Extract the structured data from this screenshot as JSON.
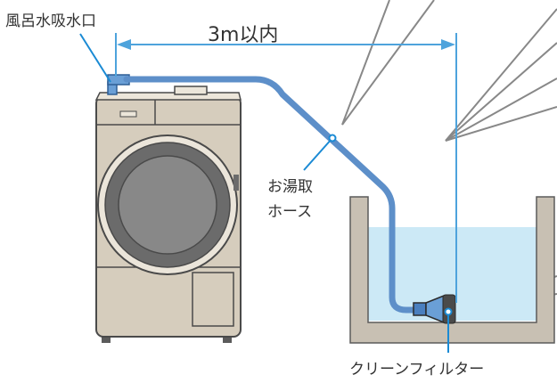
{
  "labels": {
    "bath_water_inlet": "風呂水吸水口",
    "distance": "3m以内",
    "hose_line1": "お湯取",
    "hose_line2": "ホース",
    "clean_filter": "クリーンフィルター"
  },
  "colors": {
    "machine_body": "#d6cdbd",
    "machine_outline": "#4a4a4a",
    "drum_door": "#6b6b6b",
    "drum_glass": "#888888",
    "hose": "#6a9fd6",
    "tub": "#c8c0b3",
    "water": "#cce9f6",
    "measure_line": "#4ea3dc",
    "leader_line": "#1a8ad4",
    "ray_line": "#888888"
  }
}
